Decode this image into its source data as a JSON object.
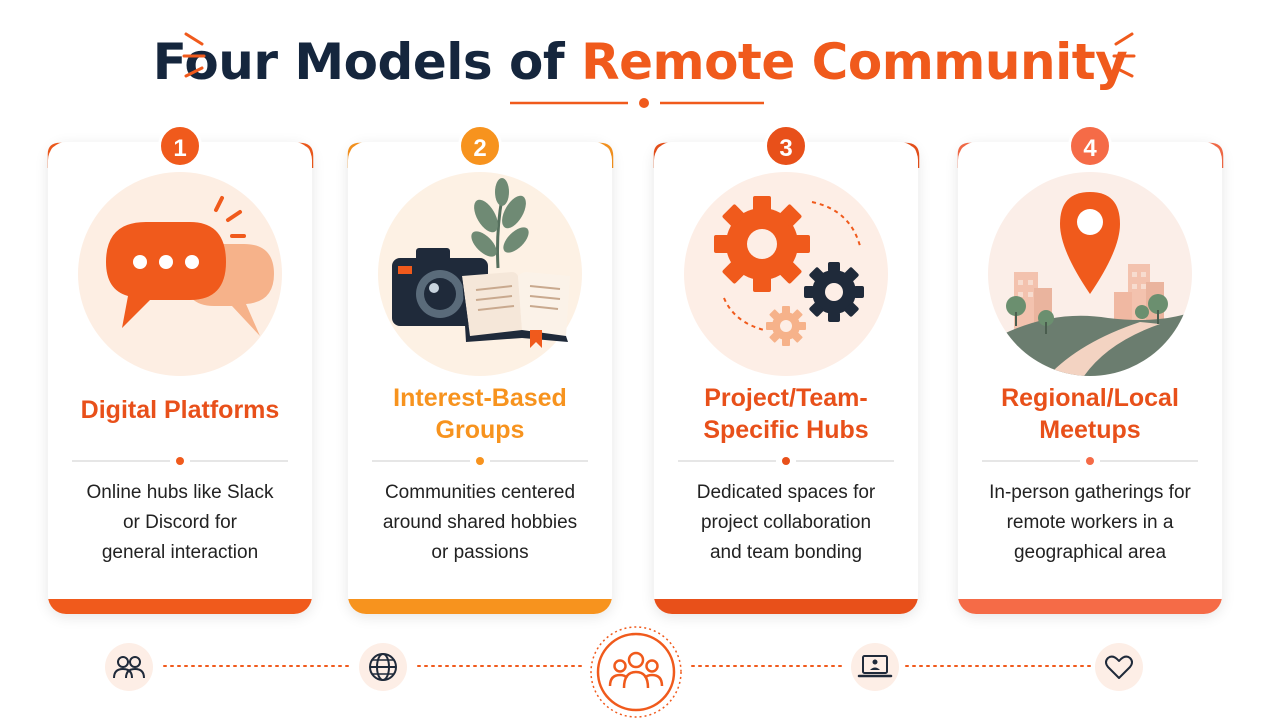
{
  "title": {
    "part1": "Four Models of ",
    "part2": "Remote Community"
  },
  "colors": {
    "orange": "#f05a1c",
    "amber": "#f7931e",
    "red_orange": "#e8501a",
    "coral": "#f56b47",
    "navy": "#15263d",
    "peach": "#fdeee6"
  },
  "cards": [
    {
      "number": "1",
      "heading_line1": "Digital Platforms",
      "heading_line2": "",
      "desc_line1": "Online hubs like Slack",
      "desc_line2": "or Discord for",
      "desc_line3": "general interaction",
      "icon": "chat-bubbles-icon"
    },
    {
      "number": "2",
      "heading_line1": "Interest-Based",
      "heading_line2": "Groups",
      "desc_line1": "Communities centered",
      "desc_line2": "around shared hobbies",
      "desc_line3": "or passions",
      "icon": "camera-book-plant-icon"
    },
    {
      "number": "3",
      "heading_line1": "Project/Team-",
      "heading_line2": "Specific Hubs",
      "desc_line1": "Dedicated spaces for",
      "desc_line2": "project collaboration",
      "desc_line3": "and team bonding",
      "icon": "gears-icon"
    },
    {
      "number": "4",
      "heading_line1": "Regional/Local",
      "heading_line2": "Meetups",
      "desc_line1": "In-person gatherings for",
      "desc_line2": "remote workers in a",
      "desc_line3": "geographical area",
      "icon": "map-pin-city-icon"
    }
  ],
  "bottom_icons": [
    "people-icon",
    "globe-icon",
    "community-icon",
    "laptop-user-icon",
    "heart-icon"
  ]
}
